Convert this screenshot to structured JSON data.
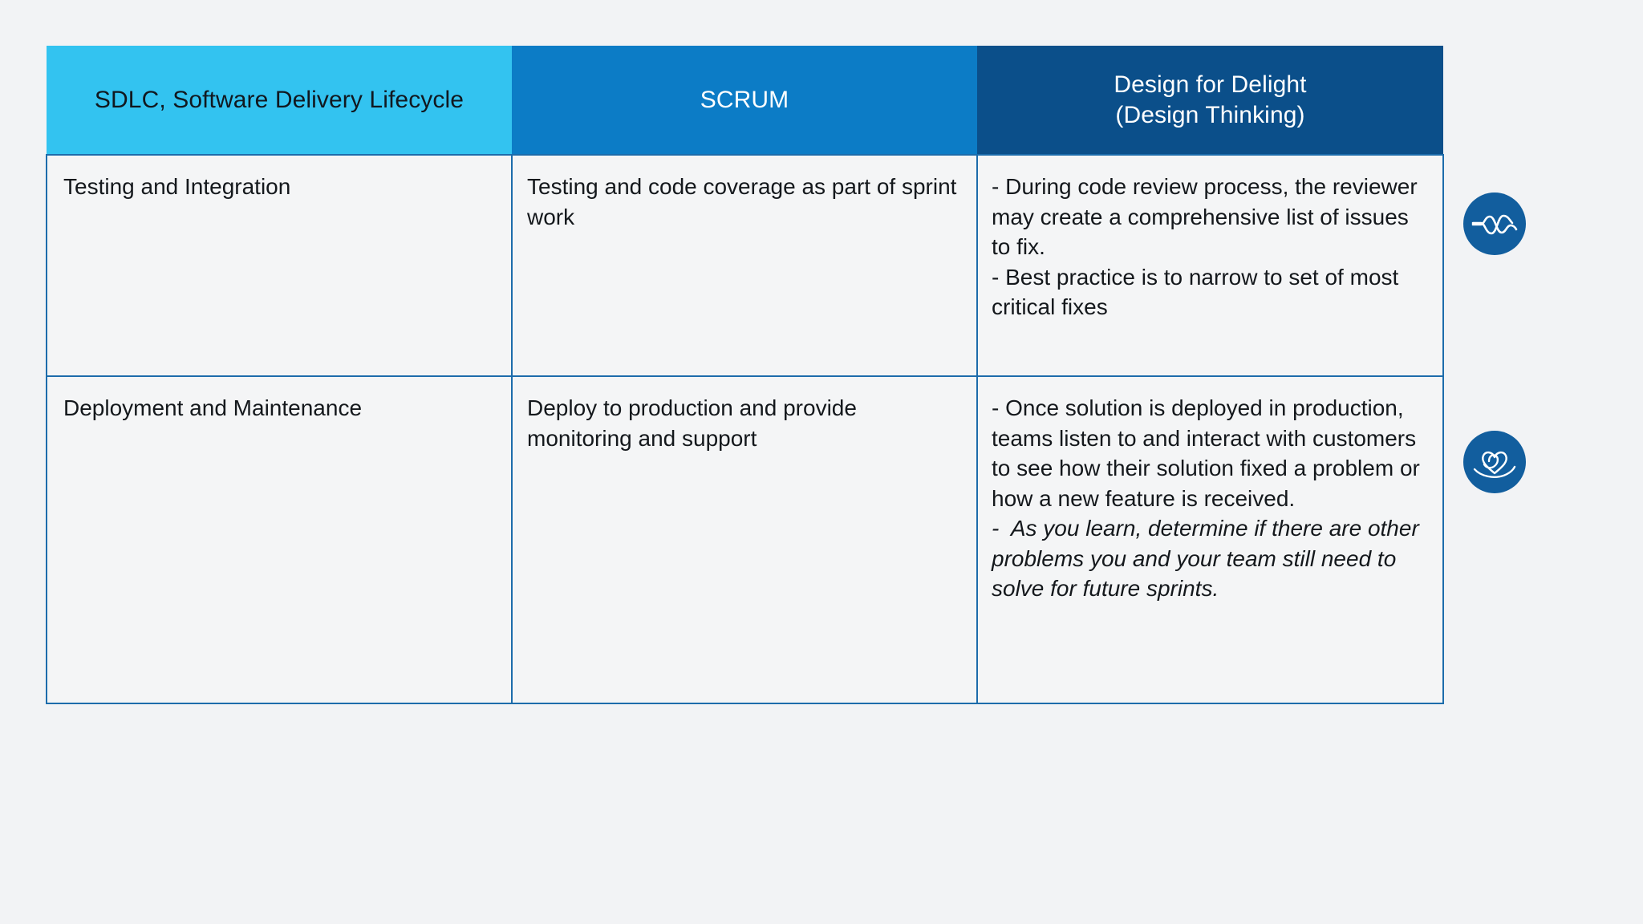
{
  "slide": {
    "background_color": "#f2f3f5",
    "table": {
      "border_color": "#1d6cab",
      "cell_background": "#f4f5f6",
      "headers": [
        {
          "label": "SDLC, Software Delivery Lifecycle",
          "background_color": "#33c3f0",
          "text_color": "#11181f"
        },
        {
          "label": "SCRUM",
          "background_color": "#0c7cc6",
          "text_color": "#ffffff"
        },
        {
          "label_line1": "Design for Delight",
          "label_line2": "(Design Thinking)",
          "background_color": "#0b4f8a",
          "text_color": "#ffffff"
        }
      ],
      "rows": [
        {
          "sdlc": "Testing and Integration",
          "scrum": "Testing and code coverage as part of sprint work",
          "d4d_plain": "- During code review process, the reviewer may create a comprehensive list of issues to fix.\n- Best practice is to narrow to set of most critical fixes",
          "d4d_italic": ""
        },
        {
          "sdlc": "Deployment and Maintenance",
          "scrum": "Deploy to production and provide monitoring and support",
          "d4d_plain": "- Once solution is deployed in production, teams listen to and interact with customers to see how their solution fixed a problem or how a new feature is received.",
          "d4d_italic": "-  As you learn, determine if there are other problems you and your team still need to solve for future sprints."
        }
      ]
    },
    "side_icons": [
      {
        "name": "infinity-wave-icon",
        "title": "Experiment Rapidly",
        "circle_color": "#125e9e",
        "glyph_color": "#ffffff"
      },
      {
        "name": "heart-delight-icon",
        "title": "Go Broad to Go Narrow",
        "circle_color": "#125e9e",
        "glyph_color": "#ffffff"
      }
    ]
  }
}
